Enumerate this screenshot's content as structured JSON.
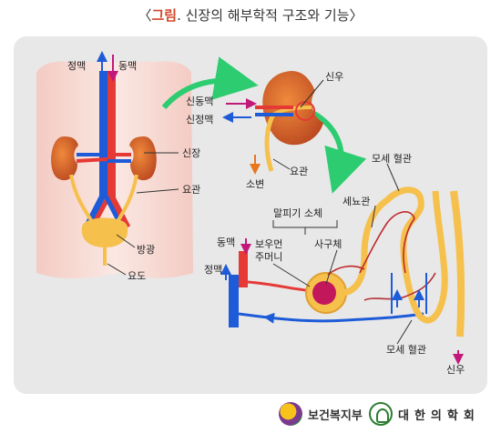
{
  "title": {
    "open": "〈",
    "accent": "그림",
    "rest": ". 신장의 해부학적 구조와 기능",
    "close": "〉"
  },
  "labels": {
    "vein_top": "정맥",
    "artery_top": "동맥",
    "kidney": "신장",
    "ureter": "요관",
    "bladder": "방광",
    "urethra": "요도",
    "renal_artery": "신동맥",
    "renal_vein": "신정맥",
    "renal_pelvis_top": "신우",
    "ureter_right": "요관",
    "urine": "소변",
    "capillary_top": "모세 혈관",
    "tubule": "세뇨관",
    "malpighian": "말피기 소체",
    "bowman": "보우먼\n주머니",
    "glomerulus": "사구체",
    "artery_neph": "동맥",
    "vein_neph": "정맥",
    "capillary_bottom": "모세 혈관",
    "renal_pelvis_bottom": "신우"
  },
  "footer": {
    "org1": "보건복지부",
    "org2": "대한의학회"
  },
  "colors": {
    "artery": "#e53935",
    "vein": "#1e5bd8",
    "tubule": "#f6c04d",
    "arrow": "#2ecc71",
    "kidney": "#c2552d"
  }
}
